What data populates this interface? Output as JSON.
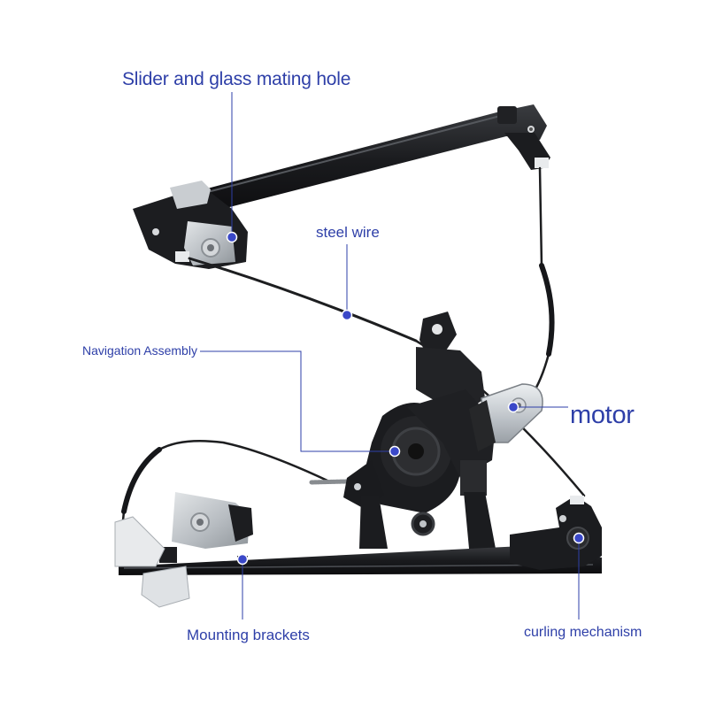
{
  "callouts": {
    "slider_hole": "Slider and glass mating hole",
    "steel_wire": "steel wire",
    "navigation_assembly": "Navigation Assembly",
    "motor": "motor",
    "mounting_brackets": "Mounting brackets",
    "curling_mechanism": "curling mechanism"
  },
  "colors": {
    "callout": "#2e3fa8",
    "rail": "#17181a",
    "cable": "#1d1e20",
    "plate": "#c4c8cc",
    "motor_housing": "#b9bec3"
  }
}
